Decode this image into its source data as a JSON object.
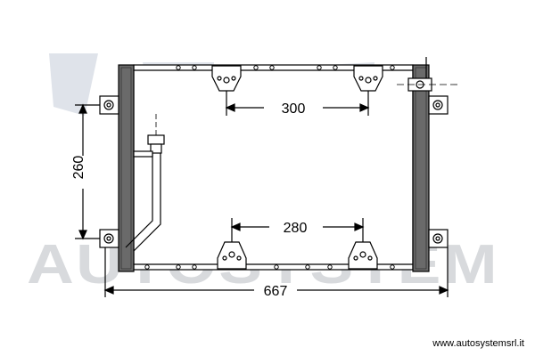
{
  "drawing": {
    "type": "condenser-technical-drawing",
    "dimensions": {
      "overall_width": "667",
      "height": "260",
      "top_bracket_spacing": "300",
      "bottom_bracket_spacing": "280"
    },
    "watermark": "AUTOSYSTEM",
    "website": "www.autosystemsrl.it"
  },
  "colors": {
    "line": "#000000",
    "watermark": "#d8dadd",
    "background": "#ffffff"
  }
}
